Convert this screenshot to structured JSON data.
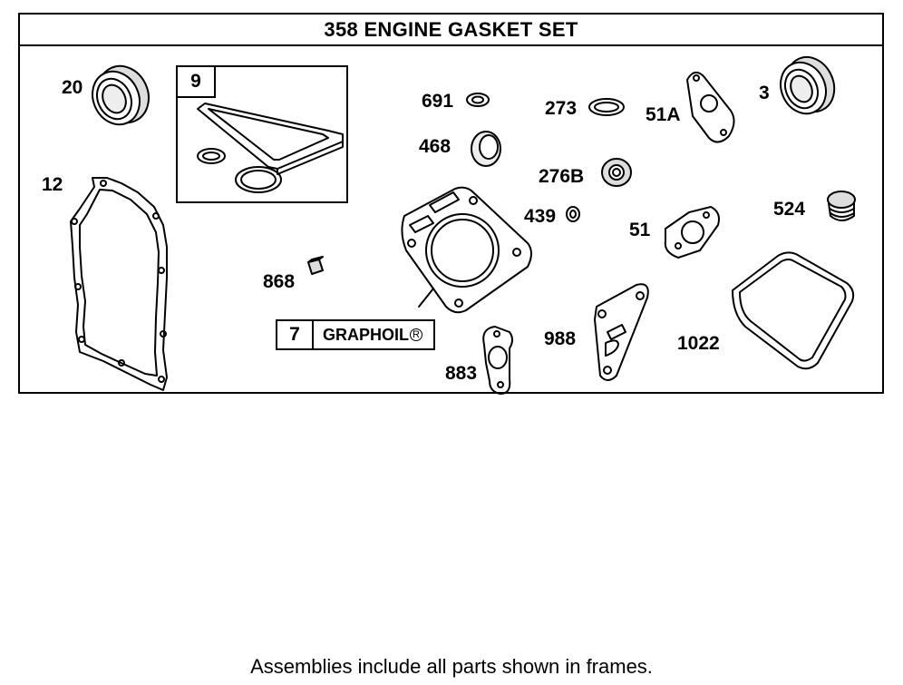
{
  "title": "358 ENGINE GASKET SET",
  "parts": {
    "p20": "20",
    "p12": "12",
    "p9": "9",
    "p691": "691",
    "p468": "468",
    "p273": "273",
    "p51a": "51A",
    "p3": "3",
    "p276b": "276B",
    "p439": "439",
    "p51": "51",
    "p524": "524",
    "p868": "868",
    "p7": "7",
    "p988": "988",
    "p1022": "1022",
    "p883": "883"
  },
  "kit7_text": "GRAPHOIL",
  "reg_mark": "R",
  "footer_note": "Assemblies include all parts shown in frames."
}
